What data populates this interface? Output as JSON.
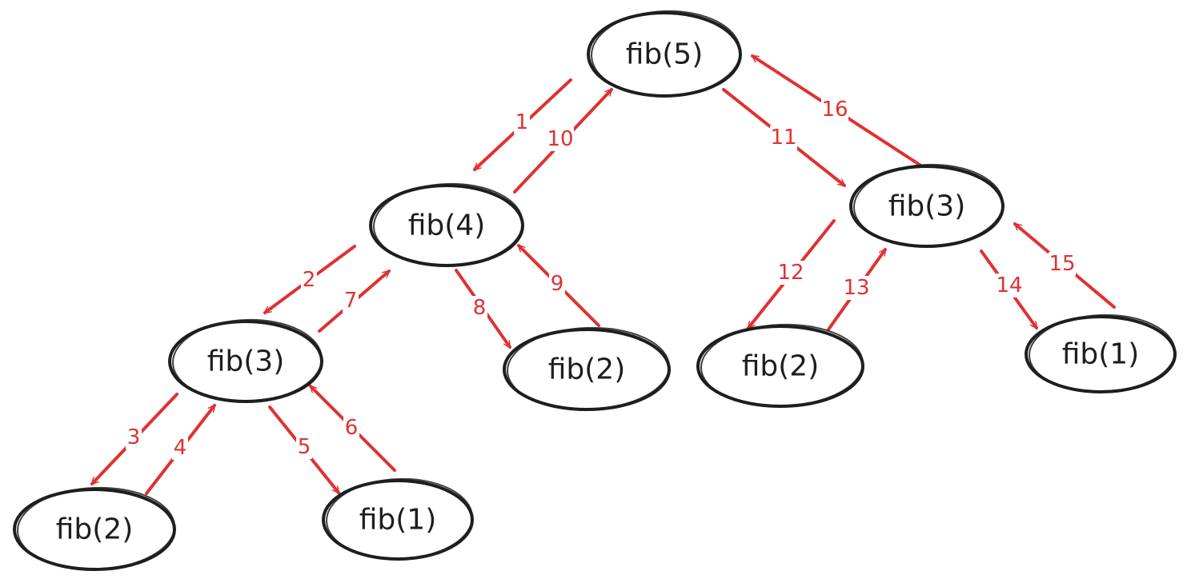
{
  "diagram": {
    "nodes": [
      {
        "id": "n1",
        "label": "fib(5)"
      },
      {
        "id": "n2",
        "label": "fib(4)"
      },
      {
        "id": "n3",
        "label": "fib(3)"
      },
      {
        "id": "n4",
        "label": "fib(3)"
      },
      {
        "id": "n5",
        "label": "fib(2)"
      },
      {
        "id": "n6",
        "label": "fib(2)"
      },
      {
        "id": "n7",
        "label": "fib(1)"
      },
      {
        "id": "n8",
        "label": "fib(2)"
      },
      {
        "id": "n9",
        "label": "fib(1)"
      }
    ],
    "edges": [
      {
        "label": "1",
        "from": "n1",
        "to": "n2"
      },
      {
        "label": "2",
        "from": "n2",
        "to": "n4"
      },
      {
        "label": "3",
        "from": "n4",
        "to": "n8"
      },
      {
        "label": "4",
        "from": "n8",
        "to": "n4"
      },
      {
        "label": "5",
        "from": "n4",
        "to": "n9"
      },
      {
        "label": "6",
        "from": "n9",
        "to": "n4"
      },
      {
        "label": "7",
        "from": "n4",
        "to": "n2"
      },
      {
        "label": "8",
        "from": "n2",
        "to": "n5"
      },
      {
        "label": "9",
        "from": "n5",
        "to": "n2"
      },
      {
        "label": "10",
        "from": "n2",
        "to": "n1"
      },
      {
        "label": "11",
        "from": "n1",
        "to": "n3"
      },
      {
        "label": "12",
        "from": "n3",
        "to": "n6"
      },
      {
        "label": "13",
        "from": "n6",
        "to": "n3"
      },
      {
        "label": "14",
        "from": "n3",
        "to": "n7"
      },
      {
        "label": "15",
        "from": "n7",
        "to": "n3"
      },
      {
        "label": "16",
        "from": "n3",
        "to": "n1"
      }
    ],
    "colors": {
      "node_stroke": "#1e1e1e",
      "arrow": "#e03131",
      "background": "#ffffff"
    }
  }
}
